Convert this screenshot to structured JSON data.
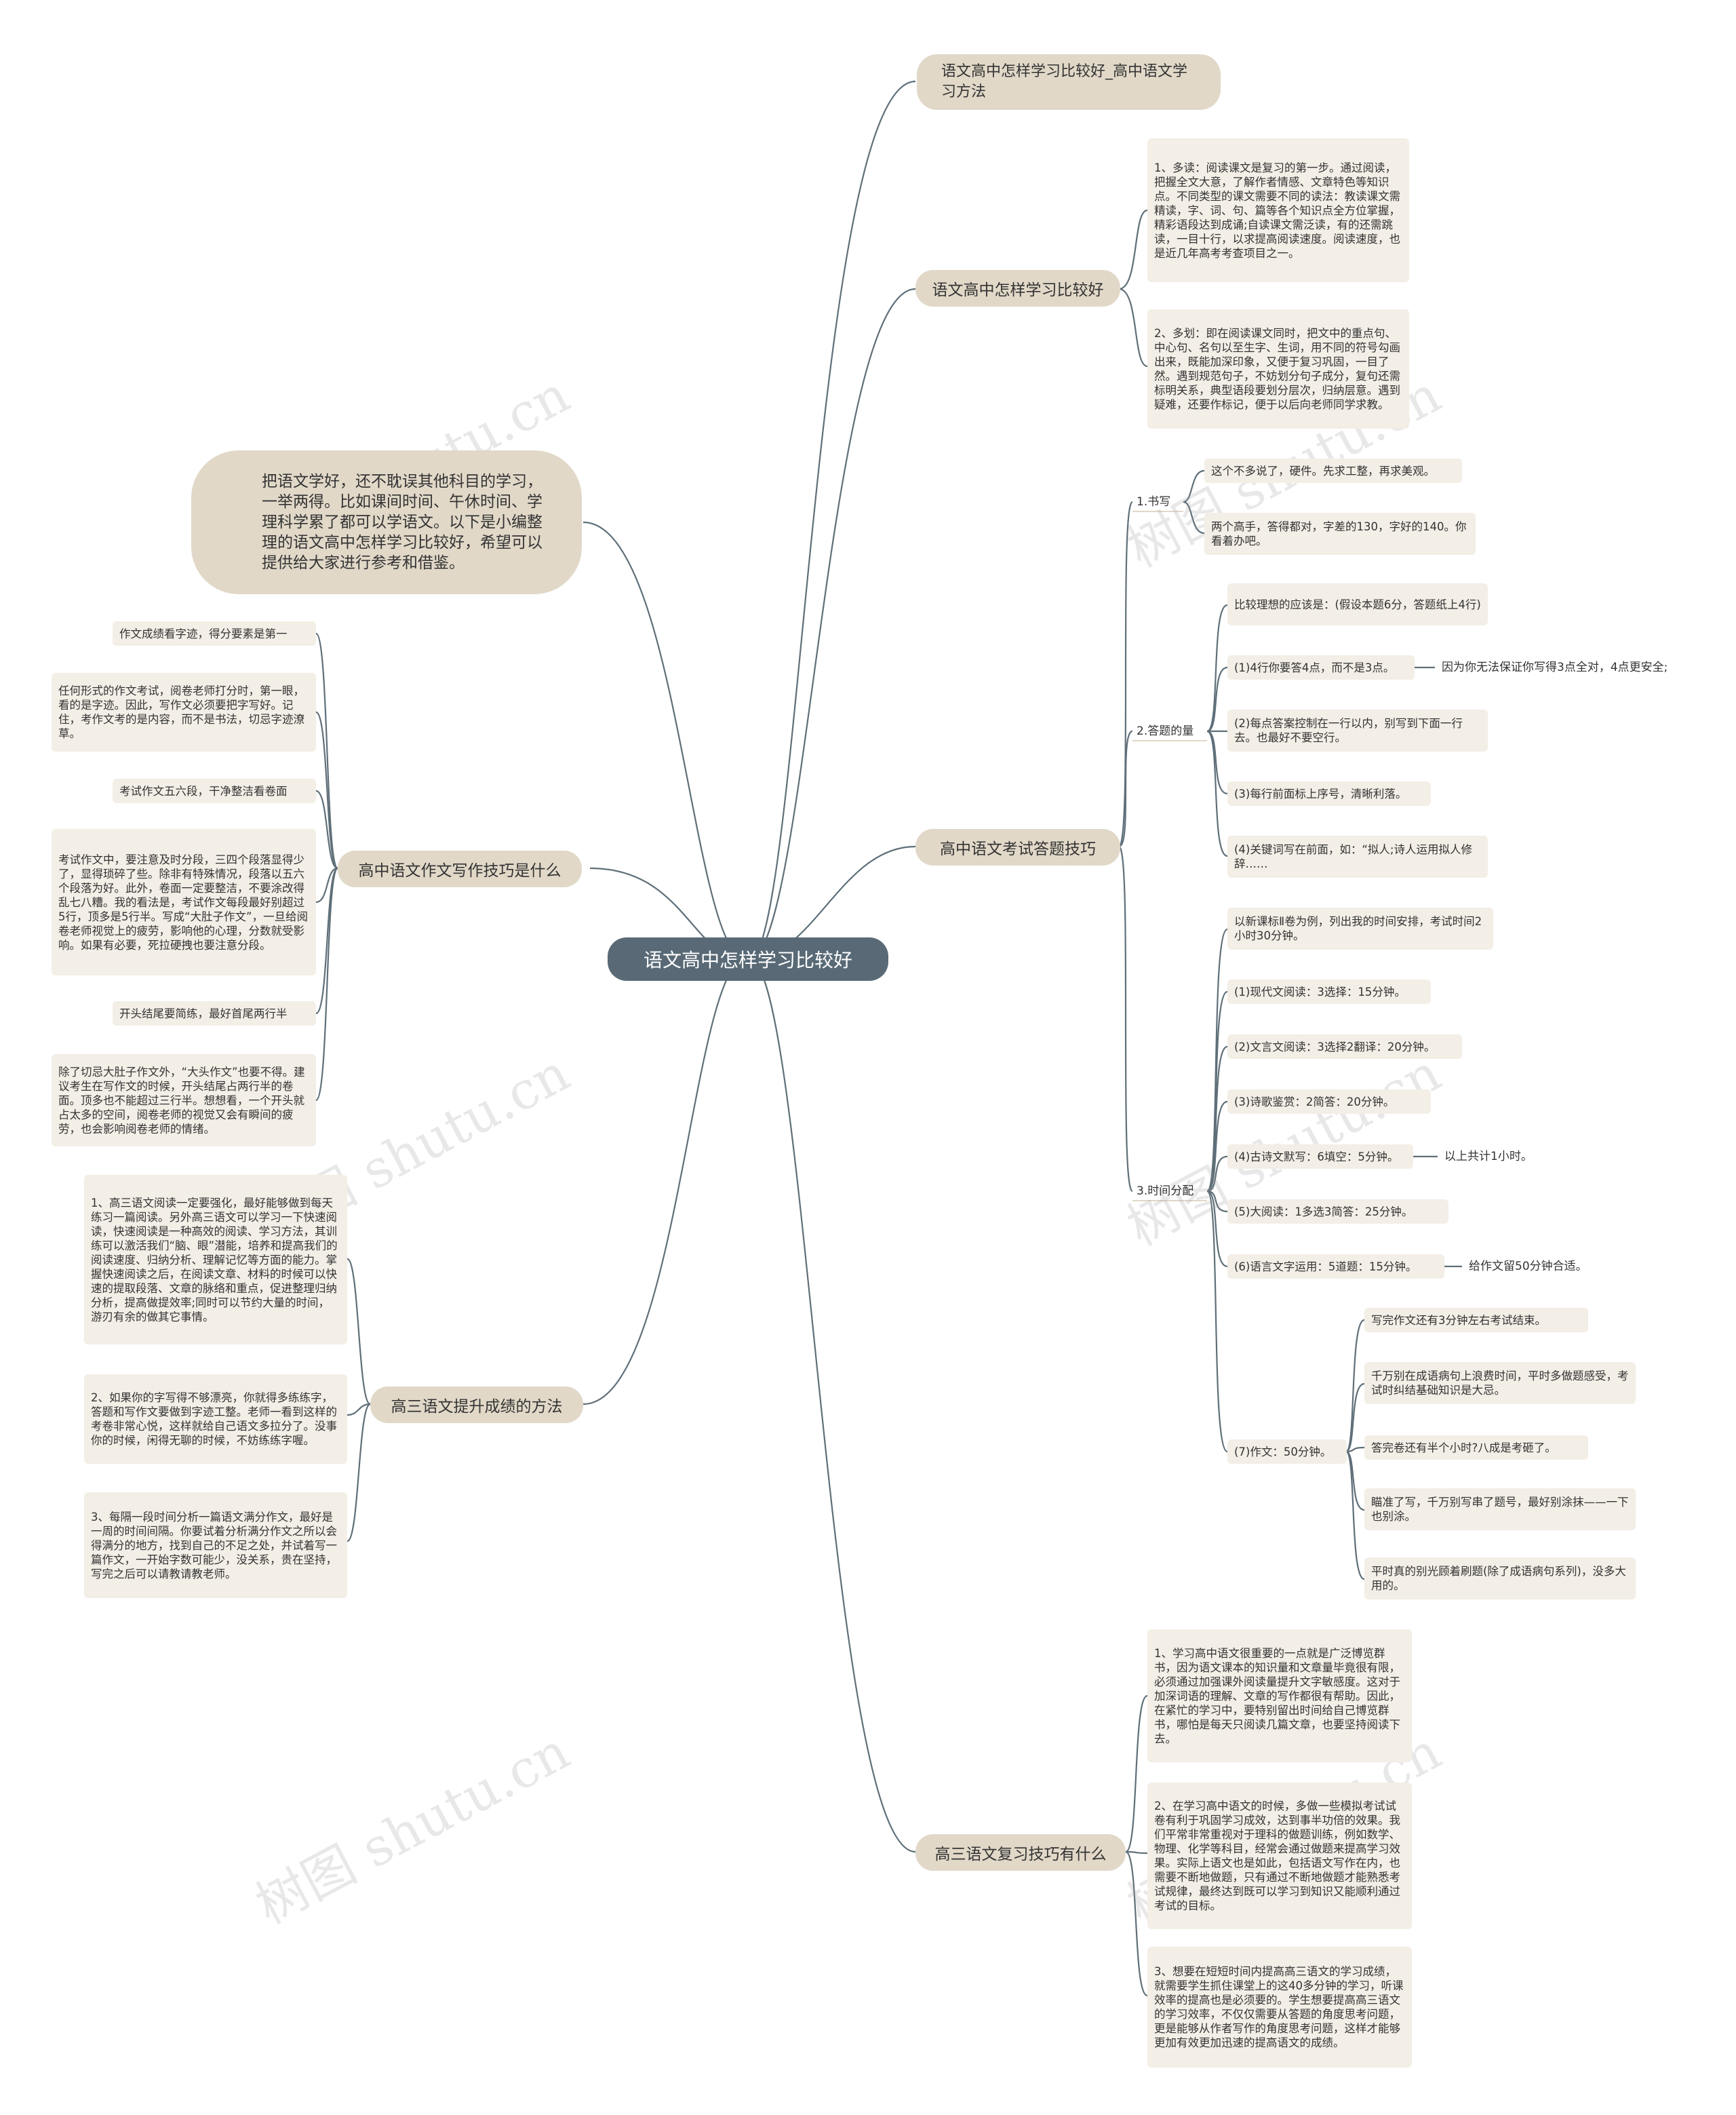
{
  "root": "语文高中怎样学习比较好",
  "top_title": "语文高中怎样学习比较好_高中语文学习方法",
  "intro": "把语文学好，还不耽误其他科目的学习，一举两得。比如课间时间、午休时间、学理科学累了都可以学语文。以下是小编整理的语文高中怎样学习比较好，希望可以提供给大家进行参考和借鉴。",
  "branches": {
    "how_to_learn": "语文高中怎样学习比较好",
    "exam_tips": "高中语文考试答题技巧",
    "review_tips": "高三语文复习技巧有什么",
    "writing_tips": "高中语文作文写作技巧是什么",
    "improve_methods": "高三语文提升成绩的方法"
  },
  "how_to_learn": [
    "1、多读：阅读课文是复习的第一步。通过阅读，把握全文大意，了解作者情感、文章特色等知识点。不同类型的课文需要不同的读法：教读课文需精读，字、词、句、篇等各个知识点全方位掌握，精彩语段达到成诵;自读课文需泛读，有的还需跳读，一目十行，以求提高阅读速度。阅读速度，也是近几年高考考查项目之一。",
    "2、多划：即在阅读课文同时，把文中的重点句、中心句、名句以至生字、生词，用不同的符号勾画出来，既能加深印象，又便于复习巩固，一目了然。遇到规范句子，不妨划分句子成分，复句还需标明关系，典型语段要划分层次，归纳层意。遇到疑难，还要作标记，便于以后向老师同学求教。"
  ],
  "exam": {
    "writing_label": "1.书写",
    "writing_items": [
      "这个不多说了，硬件。先求工整，再求美观。",
      "两个高手，答得都对，字差的130，字好的140。你看着办吧。"
    ],
    "amount_label": "2.答题的量",
    "amount_items": [
      "比较理想的应该是：(假设本题6分，答题纸上4行)",
      "(1)4行你要答4点，而不是3点。",
      "(2)每点答案控制在一行以内，别写到下面一行去。也最好不要空行。",
      "(3)每行前面标上序号，清晰利落。",
      "(4)关键词写在前面，如：“拟人;诗人运用拟人修辞……"
    ],
    "amount_note": "因为你无法保证你写得3点全对，4点更安全;",
    "time_label": "3.时间分配",
    "time_items": [
      "以新课标Ⅱ卷为例，列出我的时间安排，考试时间2小时30分钟。",
      "(1)现代文阅读：3选择：15分钟。",
      "(2)文言文阅读：3选择2翻译：20分钟。",
      "(3)诗歌鉴赏：2简答：20分钟。",
      "(4)古诗文默写：6填空：5分钟。",
      "(5)大阅读：1多选3简答：25分钟。",
      "(6)语言文字运用：5道题：15分钟。",
      "(7)作文：50分钟。"
    ],
    "time_note_4": "以上共计1小时。",
    "time_note_6": "给作文留50分钟合适。",
    "essay_items": [
      "写完作文还有3分钟左右考试结束。",
      "千万别在成语病句上浪费时间，平时多做题感受，考试时纠结基础知识是大忌。",
      "答完卷还有半个小时?八成是考砸了。",
      "瞄准了写，千万别写串了题号，最好别涂抹——一下也别涂。",
      "平时真的别光顾着刷题(除了成语病句系列)，没多大用的。"
    ]
  },
  "review": [
    "1、学习高中语文很重要的一点就是广泛博览群书，因为语文课本的知识量和文章量毕竟很有限，必须通过加强课外阅读量提升文字敏感度。这对于加深词语的理解、文章的写作都很有帮助。因此，在紧忙的学习中，要特别留出时间给自己博览群书，哪怕是每天只阅读几篇文章，也要坚持阅读下去。",
    "2、在学习高中语文的时候，多做一些模拟考试试卷有利于巩固学习成效，达到事半功倍的效果。我们平常非常重视对于理科的做题训练，例如数学、物理、化学等科目，经常会通过做题来提高学习效果。实际上语文也是如此，包括语文写作在内，也需要不断地做题，只有通过不断地做题才能熟悉考试规律，最终达到既可以学习到知识又能顺利通过考试的目标。",
    "3、想要在短短时间内提高高三语文的学习成绩，就需要学生抓住课堂上的这40多分钟的学习，听课效率的提高也是必须要的。学生想要提高高三语文的学习效率，不仅仅需要从答题的角度思考问题，更是能够从作者写作的角度思考问题，这样才能够更加有效更加迅速的提高语文的成绩。"
  ],
  "writing": [
    "作文成绩看字迹，得分要素是第一",
    "任何形式的作文考试，阅卷老师打分时，第一眼，看的是字迹。因此，写作文必须要把字写好。记住，考作文考的是内容，而不是书法，切忌字迹潦草。",
    "考试作文五六段，干净整洁看卷面",
    "考试作文中，要注意及时分段，三四个段落显得少了，显得琐碎了些。除非有特殊情况，段落以五六个段落为好。此外，卷面一定要整洁，不要涂改得乱七八糟。我的看法是，考试作文每段最好别超过5行，顶多是5行半。写成“大肚子作文”，一旦给阅卷老师视觉上的疲劳，影响他的心理，分数就受影响。如果有必要，死拉硬拽也要注意分段。",
    "开头结尾要简练，最好首尾两行半",
    "除了切忌大肚子作文外，“大头作文”也要不得。建议考生在写作文的时候，开头结尾占两行半的卷面。顶多也不能超过三行半。想想看，一个开头就占太多的空间，阅卷老师的视觉又会有瞬间的疲劳，也会影响阅卷老师的情绪。"
  ],
  "improve": [
    "1、高三语文阅读一定要强化，最好能够做到每天练习一篇阅读。另外高三语文可以学习一下快速阅读，快速阅读是一种高效的阅读、学习方法，其训练可以激活我们“脑、眼”潜能，培养和提高我们的阅读速度、归纳分析、理解记忆等方面的能力。掌握快速阅读之后，在阅读文章、材料的时候可以快速的提取段落、文章的脉络和重点，促进整理归纳分析，提高做提效率;同时可以节约大量的时间，游刃有余的做其它事情。",
    "2、如果你的字写得不够漂亮，你就得多练练字，答题和写作文要做到字迹工整。老师一看到这样的考卷非常心悦，这样就给自己语文多拉分了。没事你的时候，闲得无聊的时候，不妨练练字喔。",
    "3、每隔一段时间分析一篇语文满分作文，最好是一周的时间间隔。你要试着分析满分作文之所以会得满分的地方，找到自己的不足之处，并试着写一篇作文，一开始字数可能少，没关系，贵在坚持，写完之后可以请教请教老师。"
  ],
  "watermark": "树图 shutu.cn",
  "colors": {
    "root": "#596a76",
    "branch": "#e1d8c8",
    "leaf": "#f3eee6",
    "line": "#5f6f79"
  }
}
